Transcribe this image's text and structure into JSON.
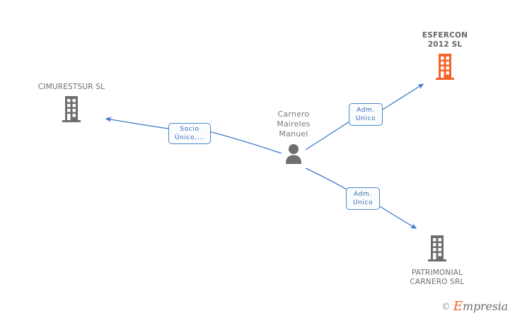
{
  "diagram": {
    "type": "corporate-relationship-graph",
    "background_color": "#ffffff",
    "accent_color": "#3c78c8",
    "highlight_color": "#f4632a",
    "neutral_color": "#6e6e6e",
    "nodes": [
      {
        "id": "esfercon",
        "label": "ESFERCON\n2012 SL",
        "icon": "building-icon",
        "icon_color": "#f4632a",
        "label_position": "top",
        "kind": "company"
      },
      {
        "id": "cimurestsur",
        "label": "CIMURESTSUR SL",
        "icon": "building-icon",
        "icon_color": "#6e6e6e",
        "label_position": "top",
        "kind": "company"
      },
      {
        "id": "person",
        "label": "Carnero\nMaireles\nManuel",
        "icon": "person-icon",
        "icon_color": "#6e6e6e",
        "label_position": "top",
        "kind": "person"
      },
      {
        "id": "patrimonial",
        "label": "PATRIMONIAL\nCARNERO SRL",
        "icon": "building-icon",
        "icon_color": "#6e6e6e",
        "label_position": "bottom",
        "kind": "company"
      }
    ],
    "edges": [
      {
        "id": "edge-socio",
        "from": "person",
        "to": "cimurestsur",
        "label": "Socio\nÚnico,...",
        "direction": "left"
      },
      {
        "id": "edge-adm-esfercon",
        "from": "person",
        "to": "esfercon",
        "label": "Adm.\nUnico",
        "direction": "up-right"
      },
      {
        "id": "edge-adm-patrimonial",
        "from": "person",
        "to": "patrimonial",
        "label": "Adm.\nUnico",
        "direction": "down-right"
      }
    ]
  },
  "watermark": {
    "copyright": "©",
    "brand_initial": "E",
    "brand_rest": "mpresia"
  }
}
